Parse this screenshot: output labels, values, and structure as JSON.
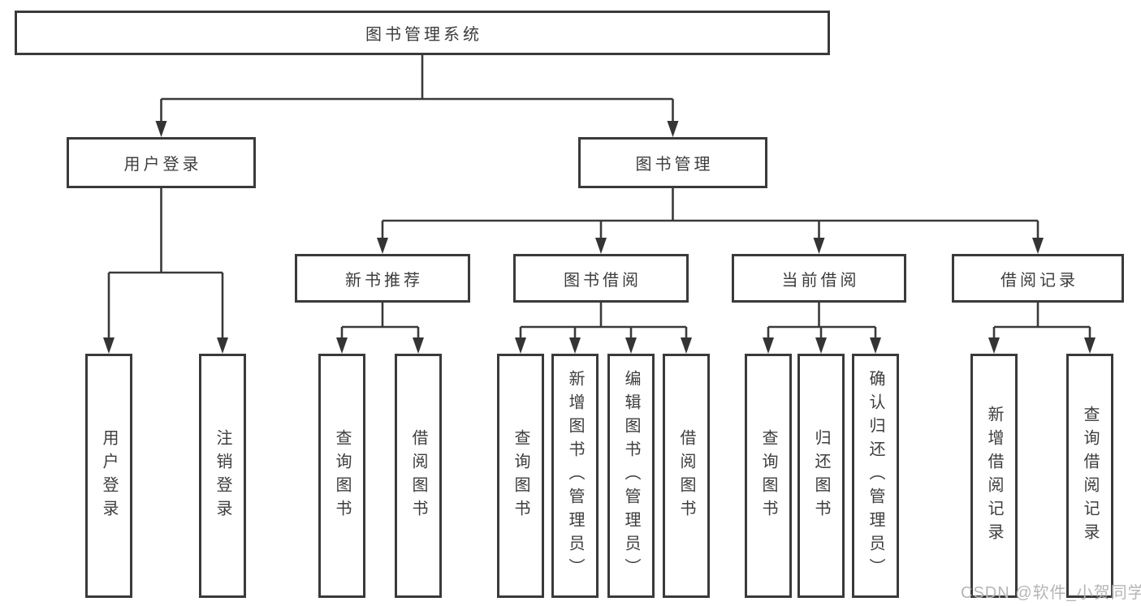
{
  "diagram": {
    "root": "图书管理系统",
    "watermark": "CSDN @软件_小贺同学",
    "user_login": {
      "label": "用户登录",
      "children": [
        "用户登录",
        "注销登录"
      ]
    },
    "book_mgmt": {
      "label": "图书管理",
      "new_books": {
        "label": "新书推荐",
        "children": [
          "查询图书",
          "借阅图书"
        ]
      },
      "book_borrow": {
        "label": "图书借阅",
        "children": [
          "查询图书",
          "新增图书（管理员）",
          "编辑图书（管理员）",
          "借阅图书"
        ]
      },
      "current_borrow": {
        "label": "当前借阅",
        "children": [
          "查询图书",
          "归还图书",
          "确认归还（管理员）"
        ]
      },
      "borrow_records": {
        "label": "借阅记录",
        "children": [
          "新增借阅记录",
          "查询借阅记录"
        ]
      }
    },
    "colors": {
      "line": "#3a3a3a",
      "text": "#3d3d3d",
      "box_background": "#ffffff",
      "watermark": "#b5b5b5"
    }
  }
}
